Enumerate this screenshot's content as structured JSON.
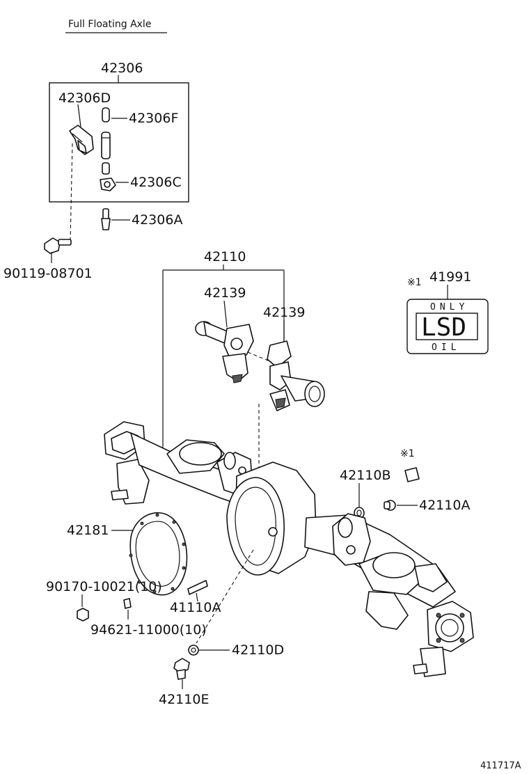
{
  "heading": "Full Floating Axle",
  "footer_code": "411717A",
  "labels": {
    "kit_42306": "42306",
    "kit_42306D": "42306D",
    "kit_42306F": "42306F",
    "kit_42306C": "42306C",
    "part_42306A": "42306A",
    "bolt_90119": "90119-08701",
    "housing_42110": "42110",
    "shaft_42139_left": "42139",
    "shaft_42139_right": "42139",
    "plate_41991": "41991",
    "plate_41991_note": "※1",
    "plug_42110B": "42110B",
    "plug_42110A": "42110A",
    "note_1": "※1",
    "gasket_42181": "42181",
    "nut_90170": "90170-10021(10)",
    "stud_41110A": "41110A",
    "washer_94621": "94621-11000(10)",
    "gasket_42110D": "42110D",
    "plug_42110E": "42110E"
  },
  "lsd_plate": {
    "top_text": "ONLY",
    "main_text": "LSD",
    "bottom_text": "OIL"
  }
}
